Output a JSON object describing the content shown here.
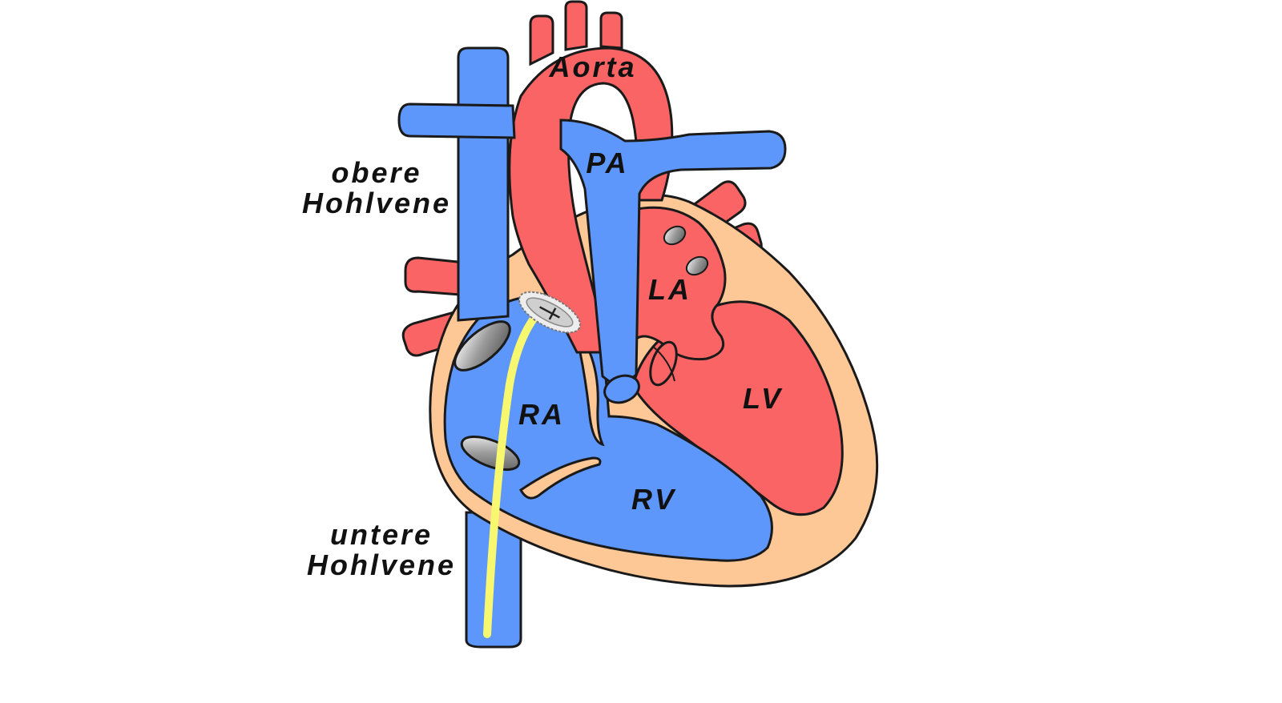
{
  "labels": {
    "aorta": "Aorta",
    "pa": "PA",
    "la": "LA",
    "lv": "LV",
    "ra": "RA",
    "rv": "RV",
    "svc_line1": "obere",
    "svc_line2": "Hohlvene",
    "ivc_line1": "untere",
    "ivc_line2": "Hohlvene"
  },
  "colors": {
    "venous_blue": "#5e97fb",
    "arterial_red": "#fa6464",
    "muscle_tan": "#fdc796",
    "catheter_yellow": "#f8f870",
    "outline": "#1a1a1a",
    "background": "#ffffff"
  },
  "icons": {
    "occluder_device": "septal-occluder-device",
    "catheter": "delivery-catheter"
  }
}
